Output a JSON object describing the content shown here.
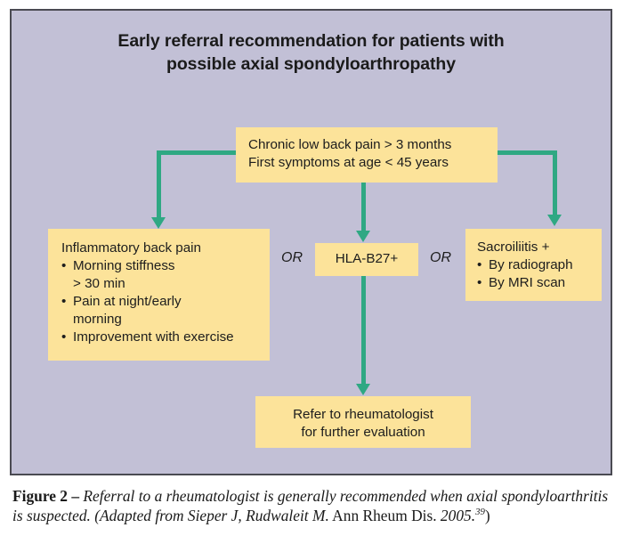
{
  "figure": {
    "title_line1": "Early referral recommendation for patients with",
    "title_line2": "possible axial spondyloarthropathy",
    "panel_bg": "#c2c0d6",
    "box_fill": "#fce39a",
    "connector_color": "#2fa883",
    "border_color": "#4a4a52"
  },
  "flow": {
    "top_box": {
      "line1": "Chronic low back pain > 3 months",
      "line2": "First symptoms at age < 45 years"
    },
    "left_box": {
      "heading": "Inflammatory back pain",
      "bullets": [
        "Morning stiffness",
        "> 30 min",
        "Pain at night/early",
        "morning",
        "Improvement with exercise"
      ]
    },
    "center_box": {
      "label": "HLA-B27+"
    },
    "right_box": {
      "heading": "Sacroiliitis +",
      "bullets": [
        "By radiograph",
        "By MRI scan"
      ]
    },
    "bottom_box": {
      "line1": "Refer to rheumatologist",
      "line2": "for further evaluation"
    },
    "connector_left_or": "OR",
    "connector_right_or": "OR"
  },
  "caption": {
    "label": "Figure 2 – ",
    "italic_part1": "Referral to a rheumatologist is generally recommended when axial spondyloarthritis is suspected. (Adapted from Sieper J, Rudwaleit M.",
    "roman_part": " Ann Rheum Dis.",
    "italic_year": " 2005.",
    "superscript": "39",
    "closing": ")"
  }
}
